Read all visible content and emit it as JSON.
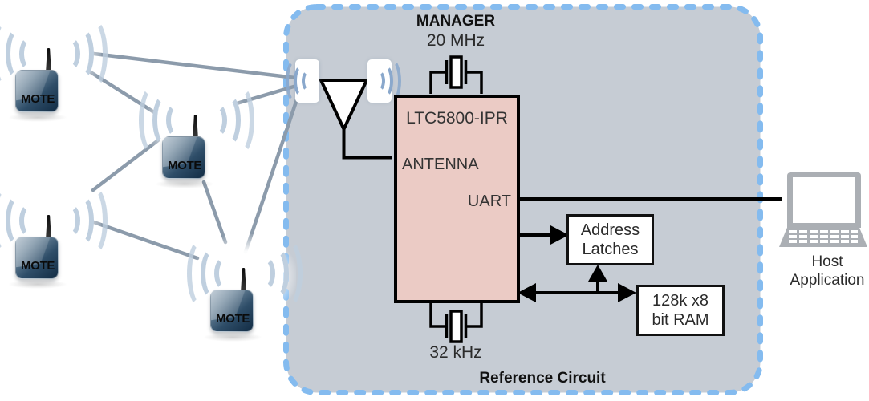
{
  "network": {
    "motes": [
      {
        "label": "MOTE"
      },
      {
        "label": "MOTE"
      },
      {
        "label": "MOTE"
      },
      {
        "label": "MOTE"
      }
    ]
  },
  "panel": {
    "title": "Reference Circuit"
  },
  "manager": {
    "title": "MANAGER",
    "chip_name": "LTC5800-IPR",
    "pins": {
      "antenna": "ANTENNA",
      "uart": "UART"
    },
    "crystals": {
      "top": "20 MHz",
      "bottom": "32 kHz"
    }
  },
  "components": {
    "address_latches": {
      "line1": "Address",
      "line2": "Latches"
    },
    "ram": {
      "line1": "128k x8",
      "line2": "bit RAM"
    }
  },
  "host": {
    "line1": "Host",
    "line2": "Application"
  },
  "colors": {
    "panel_fill": "#c6ccd4",
    "panel_dash": "#84bbef",
    "chip_fill": "#ebcbc5",
    "network_line": "#8c9bab",
    "signal_line": "#000000",
    "mote_body": "#2e4d68",
    "laptop_gray": "#abafb4"
  }
}
